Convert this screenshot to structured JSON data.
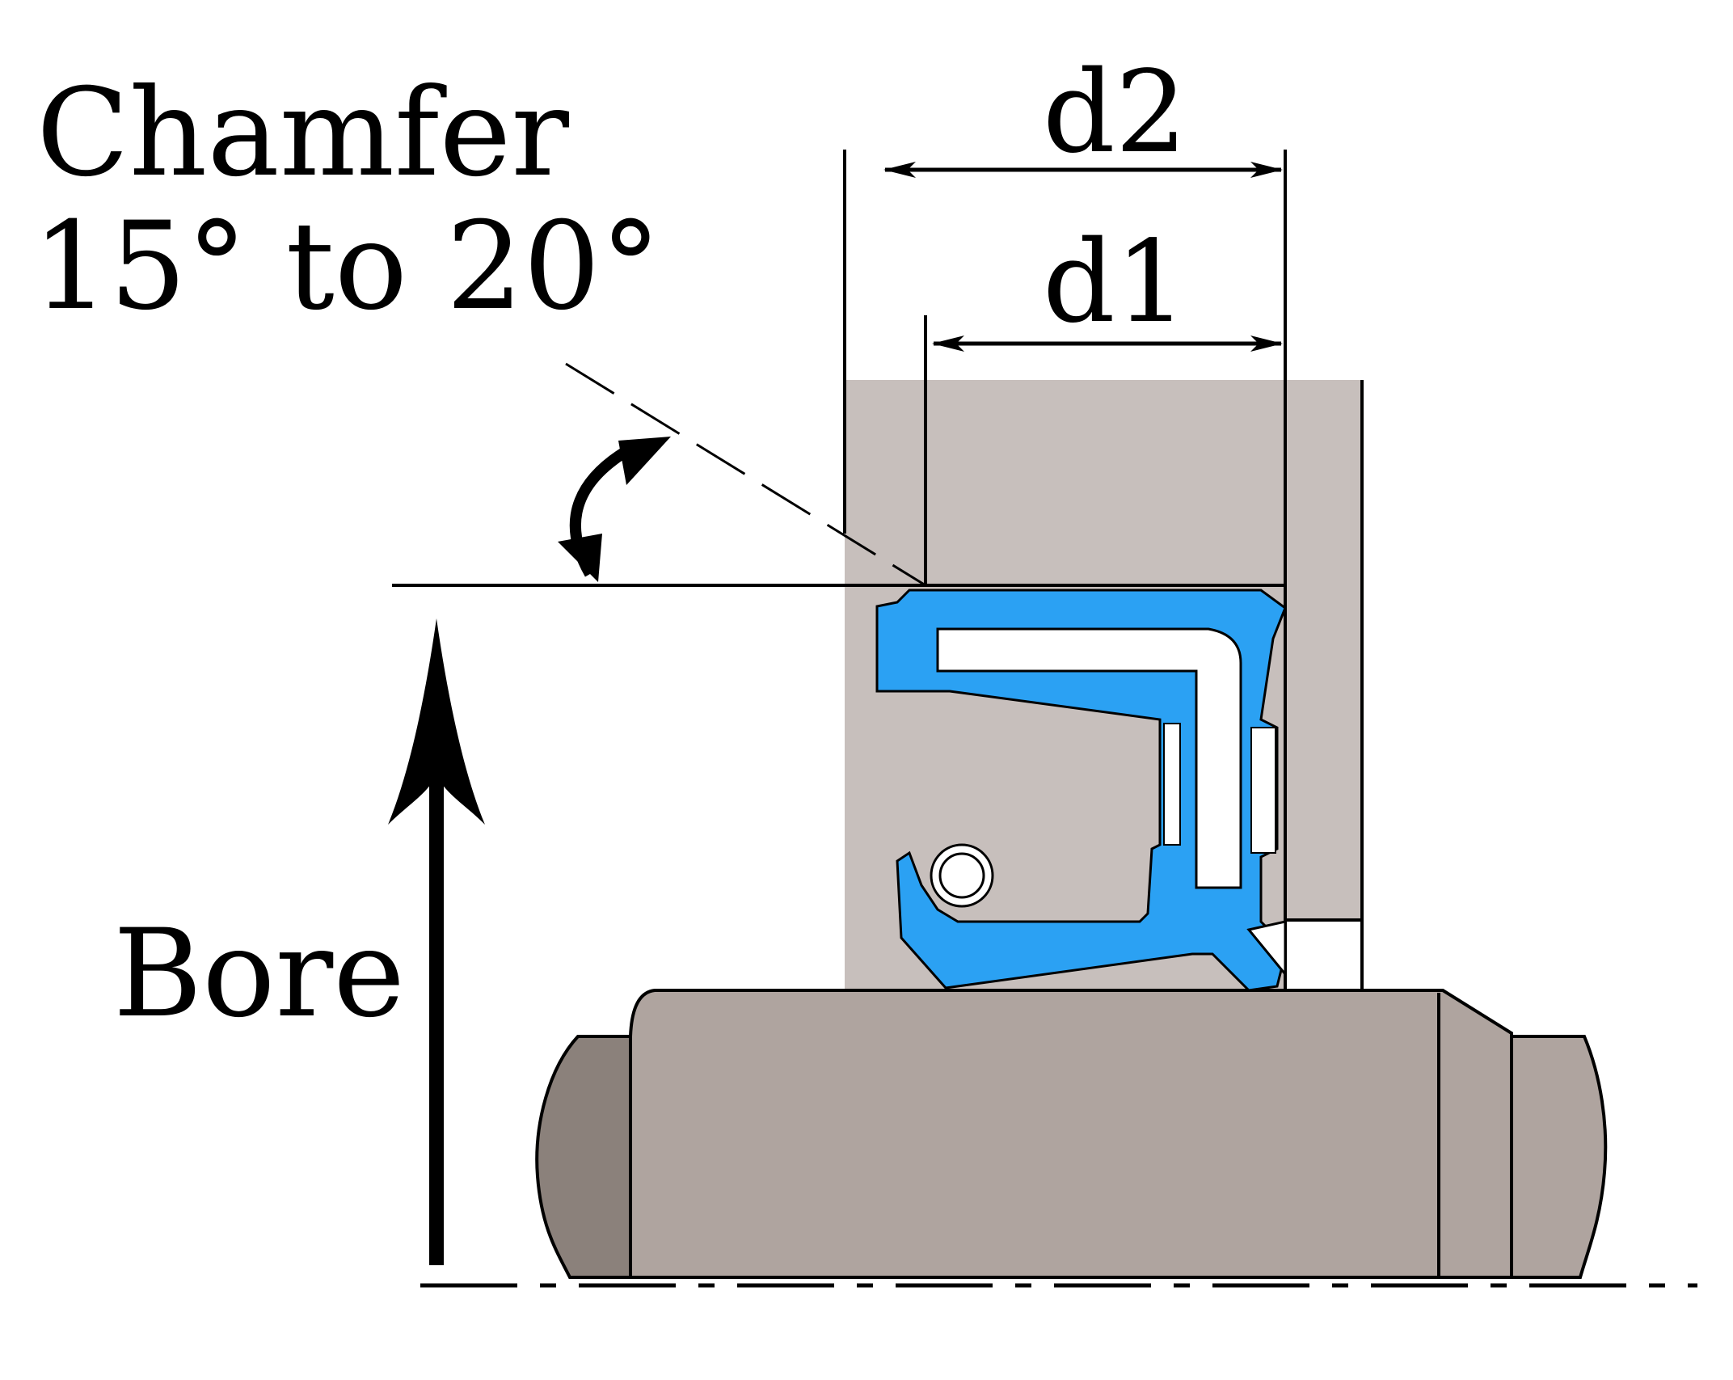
{
  "labels": {
    "chamfer_title": "Chamfer",
    "chamfer_angle": "15° to 20°",
    "bore": "Bore",
    "d2": "d2",
    "d1": "d1"
  },
  "colors": {
    "seal": "#2ba1f3",
    "housing": "#c7bfbc",
    "shaft": "#afa49f",
    "shaft_end": "#8b817b",
    "line": "#000000"
  }
}
